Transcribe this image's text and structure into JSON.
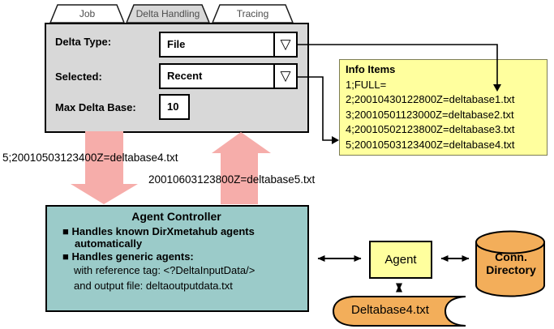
{
  "dialog": {
    "tabs": [
      {
        "label": "Job",
        "selected": false
      },
      {
        "label": "Delta Handling",
        "selected": true
      },
      {
        "label": "Tracing",
        "selected": false
      }
    ],
    "fields": {
      "delta_type": {
        "label": "Delta Type:",
        "value": "File"
      },
      "selected": {
        "label": "Selected:",
        "value": "Recent"
      },
      "max_delta_base": {
        "label": "Max Delta Base:",
        "value": "10"
      }
    }
  },
  "info_box": {
    "title": "Info Items",
    "items": [
      "1;FULL=",
      "2;20010430122800Z=deltabase1.txt",
      "3;20010501123000Z=deltabase2.txt",
      "4;20010502123800Z=deltabase3.txt",
      "5;20010503123400Z=deltabase4.txt"
    ]
  },
  "flow_labels": {
    "to_controller": "5;20010503123400Z=deltabase4.txt",
    "from_controller": "20010603123800Z=deltabase5.txt"
  },
  "agent_controller": {
    "title": "Agent Controller",
    "bullet1": "Handles known DirXmetahub agents automatically",
    "bullet2": "Handles generic agents:",
    "detail1": "with reference tag: <?DeltaInputData/>",
    "detail2": "and output file: deltaoutputdata.txt"
  },
  "agent": {
    "label": "Agent"
  },
  "conn_directory": {
    "line1": "Conn.",
    "line2": "Directory"
  },
  "deltabase_file": {
    "label": "Deltabase4.txt"
  },
  "icons": {
    "dropdown_arrow": "▽",
    "bullet_square": "■"
  },
  "colors": {
    "panel_gray": "#d8d8d8",
    "tab_text": "#4d4d4d",
    "info_yellow": "#ffff9e",
    "agent_yellow": "#ffff9e",
    "controller_teal": "#9bcbc9",
    "storage_orange": "#f3ae5a",
    "flow_pink": "#f6adaa",
    "line_black": "#000000"
  }
}
